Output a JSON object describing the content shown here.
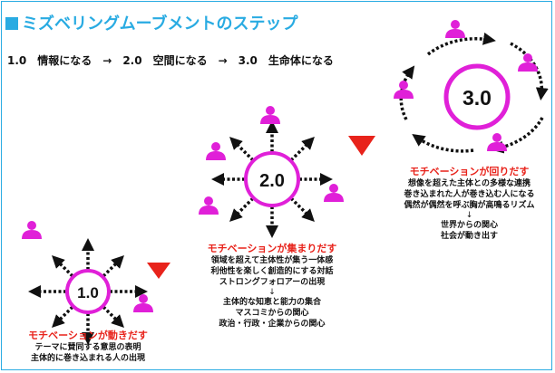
{
  "title": "ミズベリングムーブメントのステップ",
  "subtitle": "1.0　情報になる　→　2.0　空間になる　→　3.0　生命体になる",
  "colors": {
    "accent": "#29abe2",
    "ring": "#e020d8",
    "person": "#e020d8",
    "heading": "#e8231b",
    "arrow": "#e8231b"
  },
  "steps": [
    {
      "label": "1.0",
      "heading": "モチベーションが動きだす",
      "lines": [
        "テーマに賛同する意思の表明",
        "主体的に巻き込まれる人の出現"
      ],
      "after_arrow": []
    },
    {
      "label": "2.0",
      "heading": "モチベーションが集まりだす",
      "lines": [
        "領域を超えて主体性が集う一体感",
        "利他性を楽しく創造的にする対話",
        "ストロングフォロアーの出現"
      ],
      "arrow": "↓",
      "after_arrow": [
        "主体的な知恵と能力の集合",
        "マスコミからの関心",
        "政治・行政・企業からの関心"
      ]
    },
    {
      "label": "3.0",
      "heading": "モチベーションが回りだす",
      "lines": [
        "想像を超えた主体との多様な連携",
        "巻き込まれた人が巻き込む人になる",
        "偶然が偶然を呼ぶ胸が高鳴るリズム"
      ],
      "arrow": "↓",
      "after_arrow": [
        "世界からの関心",
        "社会が動き出す"
      ]
    }
  ]
}
